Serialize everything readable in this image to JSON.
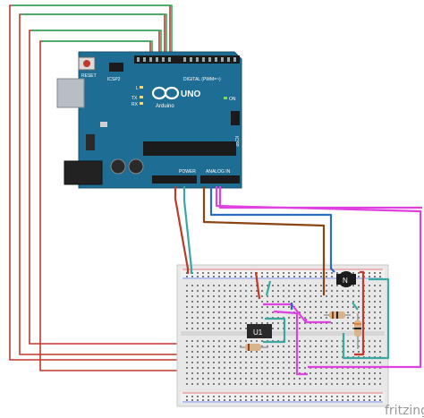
{
  "arduino": {
    "reset_label": "RESET",
    "icsp2_label": "ICSP2",
    "icsp_label": "ICSP",
    "l_label": "L",
    "tx_label": "TX",
    "rx_label": "RX",
    "brand_label": "Arduino",
    "model_label": "UNO",
    "on_label": "ON",
    "digital_label": "DIGITAL (PWM=~)",
    "power_label": "POWER",
    "analog_label": "ANALOG IN",
    "board_color": "#1e6d94",
    "header_color": "#1b1b1b"
  },
  "components": {
    "ic_label": "U1",
    "transistor_label": "N"
  },
  "wire_colors": {
    "red": "#c0392b",
    "green": "#27ae60",
    "teal": "#3aa8a0",
    "brown": "#8b4513",
    "blue": "#2d6bbf",
    "magenta": "#e040e0"
  },
  "footer": {
    "brand": "fritzing"
  }
}
